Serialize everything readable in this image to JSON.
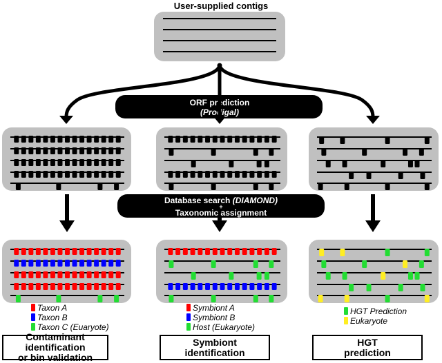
{
  "title": "User-supplied contigs",
  "steps": {
    "orf": {
      "line1": "ORF prediction",
      "line2": "(Prodigal)"
    },
    "db": {
      "line1_plain": "Database search ",
      "line1_italic": "(DIAMOND)",
      "plus": "+",
      "line2": "Taxonomic assignment"
    }
  },
  "colors": {
    "panel": "#c0c0c0",
    "gene_default": "#000000",
    "red": "#ff0000",
    "blue": "#0000ff",
    "green": "#22dd33",
    "yellow": "#ffee22"
  },
  "input_panel": {
    "contig_count": 4
  },
  "panels": [
    {
      "id": "contaminant",
      "rows": [
        {
          "dense": true,
          "side": "top",
          "color": "red"
        },
        {
          "dense": true,
          "side": "top",
          "color": "blue"
        },
        {
          "dense": true,
          "side": "top",
          "color": "red"
        },
        {
          "dense": true,
          "side": "top",
          "color": "red"
        },
        {
          "dense": false,
          "side": "bottom",
          "color": "green",
          "positions": [
            0.05,
            0.42,
            0.8,
            0.95
          ]
        }
      ],
      "legend": [
        {
          "color": "red",
          "label": "Taxon A"
        },
        {
          "color": "blue",
          "label": "Taxon B"
        },
        {
          "color": "green",
          "label": "Taxon C (Euaryote)"
        }
      ],
      "output": {
        "line1": "Contaminant identification",
        "line2": "or bin validation"
      }
    },
    {
      "id": "symbiont",
      "rows": [
        {
          "dense": true,
          "side": "top",
          "color": "red"
        },
        {
          "dense": false,
          "side": "bottom",
          "color": "green",
          "positions": [
            0.04,
            0.42,
            0.8,
            0.94
          ]
        },
        {
          "dense": false,
          "side": "bottom",
          "color": "green",
          "positions": [
            0.24,
            0.58,
            0.83,
            0.9
          ]
        },
        {
          "dense": true,
          "side": "top",
          "color": "blue"
        },
        {
          "dense": false,
          "side": "bottom",
          "color": "green",
          "positions": [
            0.04,
            0.42,
            0.8,
            0.94
          ]
        }
      ],
      "legend": [
        {
          "color": "red",
          "label": "Symbiont A"
        },
        {
          "color": "blue",
          "label": "Symbiont B"
        },
        {
          "color": "green",
          "label": "Host (Eukaryote)"
        }
      ],
      "output": {
        "line1": "Symbiont",
        "line2": "identification"
      }
    },
    {
      "id": "hgt",
      "rows": [
        {
          "dense": false,
          "side": "bottom",
          "genes": [
            {
              "pos": 0.02,
              "color": "yellow"
            },
            {
              "pos": 0.21,
              "color": "yellow"
            },
            {
              "pos": 0.62,
              "color": "green"
            },
            {
              "pos": 0.98,
              "color": "green"
            }
          ]
        },
        {
          "dense": false,
          "side": "bottom",
          "genes": [
            {
              "pos": 0.04,
              "color": "green"
            },
            {
              "pos": 0.41,
              "color": "green"
            },
            {
              "pos": 0.78,
              "color": "yellow"
            },
            {
              "pos": 0.93,
              "color": "green"
            }
          ]
        },
        {
          "dense": false,
          "side": "bottom",
          "genes": [
            {
              "pos": 0.08,
              "color": "green"
            },
            {
              "pos": 0.23,
              "color": "green"
            },
            {
              "pos": 0.58,
              "color": "yellow"
            },
            {
              "pos": 0.83,
              "color": "green"
            },
            {
              "pos": 0.89,
              "color": "green"
            }
          ]
        },
        {
          "dense": false,
          "side": "bottom",
          "genes": [
            {
              "pos": 0.29,
              "color": "green"
            },
            {
              "pos": 0.45,
              "color": "green"
            },
            {
              "pos": 0.74,
              "color": "green"
            },
            {
              "pos": 0.94,
              "color": "green"
            }
          ]
        },
        {
          "dense": false,
          "side": "bottom",
          "genes": [
            {
              "pos": 0.01,
              "color": "yellow"
            },
            {
              "pos": 0.25,
              "color": "yellow"
            },
            {
              "pos": 0.62,
              "color": "green"
            },
            {
              "pos": 0.98,
              "color": "yellow"
            }
          ]
        }
      ],
      "legend": [
        {
          "color": "green",
          "label": "HGT Prediction"
        },
        {
          "color": "yellow",
          "label": "Eukaryote"
        }
      ],
      "output": {
        "line1": "HGT",
        "line2": "prediction"
      }
    }
  ]
}
